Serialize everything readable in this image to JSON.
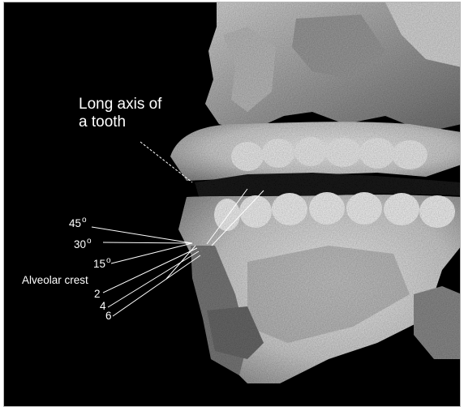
{
  "figure": {
    "title_line1": "Long axis of",
    "title_line2": "a tooth",
    "angles": [
      {
        "value": "45",
        "unit": "o"
      },
      {
        "value": "30",
        "unit": "o"
      },
      {
        "value": "15",
        "unit": "o"
      }
    ],
    "crest_label": "Alveolar crest",
    "depths": [
      "2",
      "4",
      "6"
    ],
    "colors": {
      "background": "#000000",
      "bone": "#e0e0e0",
      "label": "#ffffff",
      "line": "#ffffff"
    }
  }
}
